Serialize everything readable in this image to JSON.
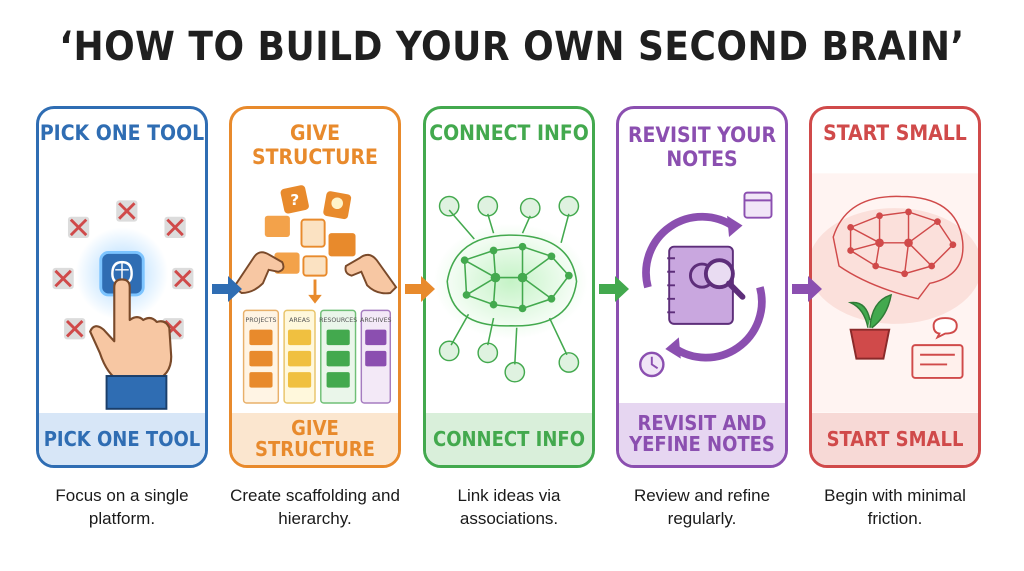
{
  "title": "‘HOW TO BUILD YOUR OWN SECOND BRAIN’",
  "colors": {
    "blue": "#2f6db3",
    "orange": "#e88a2c",
    "green": "#43a94e",
    "purple": "#8b4fb0",
    "red": "#d04a4a"
  },
  "steps": [
    {
      "heading": "PICK ONE TOOL",
      "footer": "PICK ONE TOOL",
      "description": "Focus on a single platform.",
      "icon": "hand-tapping-brain-app-icon"
    },
    {
      "heading": "GIVE STRUCTURE",
      "footer": "GIVE STRUCTURE",
      "description": "Create scaffolding and hierarchy.",
      "icon": "folders-organized-icon",
      "folder_labels": [
        "PROJECTS",
        "AREAS",
        "RESOURCES",
        "ARCHIVES"
      ]
    },
    {
      "heading": "CONNECT INFO",
      "footer": "CONNECT INFO",
      "description": "Link ideas via associations.",
      "icon": "network-brain-icon"
    },
    {
      "heading": "REVISIT YOUR NOTES",
      "footer": "REVISIT AND YEFINE NOTES",
      "description": "Review and refine regularly.",
      "icon": "cycle-notebook-icon"
    },
    {
      "heading": "START SMALL",
      "footer": "START SMALL",
      "description": "Begin with minimal friction.",
      "icon": "plant-sprout-icon"
    }
  ]
}
